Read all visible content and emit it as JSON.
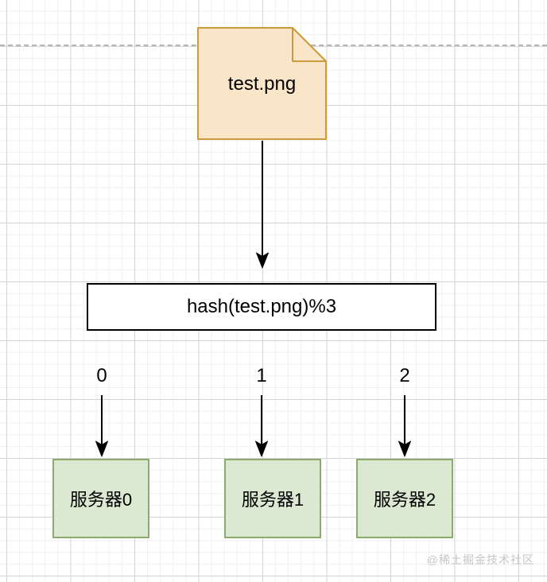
{
  "diagram": {
    "file_node": {
      "label": "test.png"
    },
    "hash_node": {
      "label": "hash(test.png)%3"
    },
    "branches": [
      {
        "value_label": "0",
        "server_label": "服务器0"
      },
      {
        "value_label": "1",
        "server_label": "服务器1"
      },
      {
        "value_label": "2",
        "server_label": "服务器2"
      }
    ],
    "colors": {
      "file_fill": "#fbe5c8",
      "file_stroke": "#cc9a3d",
      "hash_fill": "#ffffff",
      "hash_stroke": "#000000",
      "server_fill": "#dbe8d2",
      "server_stroke": "#8cab6e",
      "arrow": "#000000",
      "grid_major": "#d4d4d4",
      "grid_minor": "#f0f0f0",
      "dashed_line": "#b5b5b5",
      "watermark_text": "#c6c6c6"
    }
  },
  "watermark": {
    "label": "@稀土掘金技术社区"
  }
}
